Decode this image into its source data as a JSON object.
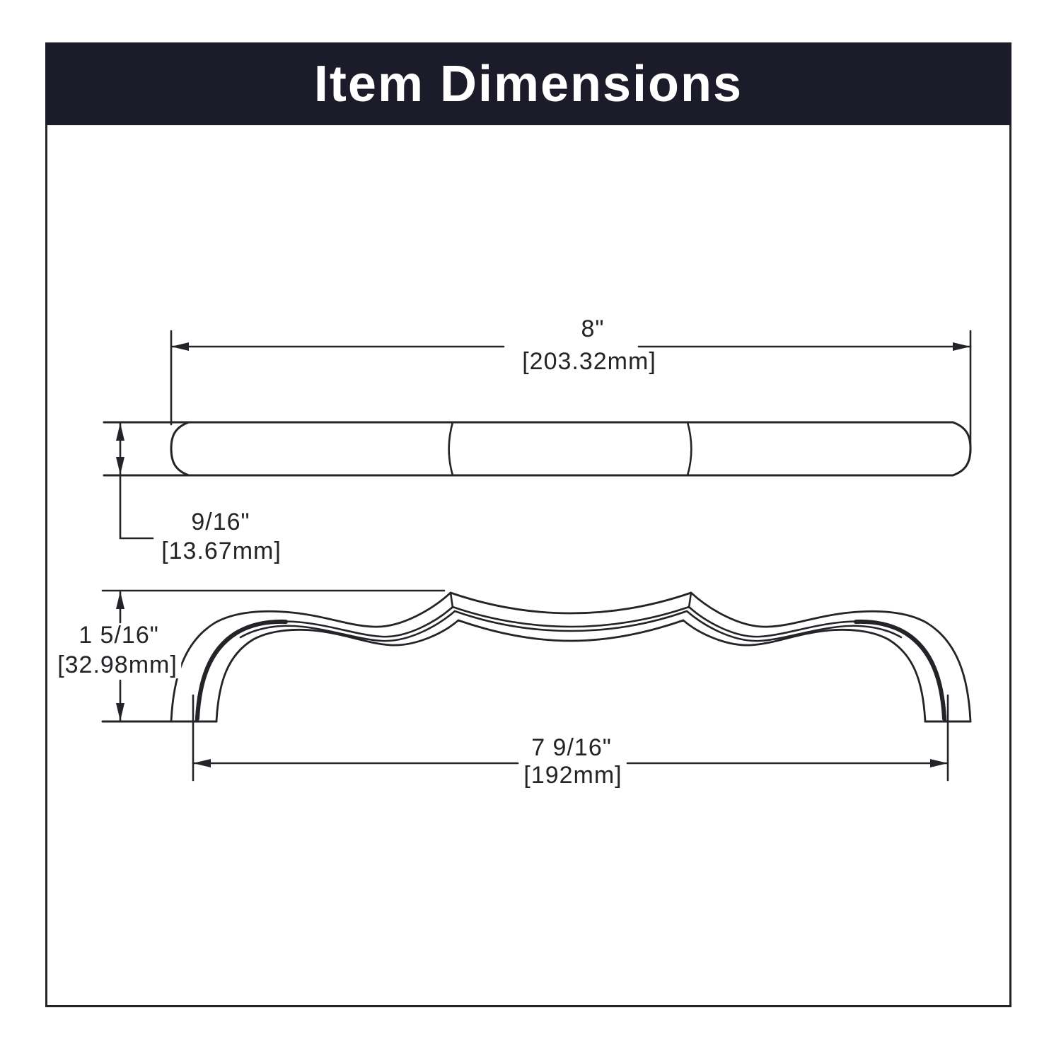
{
  "header": {
    "title": "Item Dimensions",
    "bg_color": "#1c1b2a",
    "text_color": "#ffffff"
  },
  "drawing": {
    "line_color": "#232328",
    "views": [
      "top-view-of-pull",
      "front-view-of-pull"
    ],
    "dimensions": {
      "overall_length": {
        "in": "8\"",
        "mm": "[203.32mm]"
      },
      "thickness": {
        "in": "9/16\"",
        "mm": "[13.67mm]"
      },
      "projection": {
        "in": "1 5/16\"",
        "mm": "[32.98mm]"
      },
      "center_to_center": {
        "in": "7 9/16\"",
        "mm": "[192mm]"
      }
    }
  }
}
